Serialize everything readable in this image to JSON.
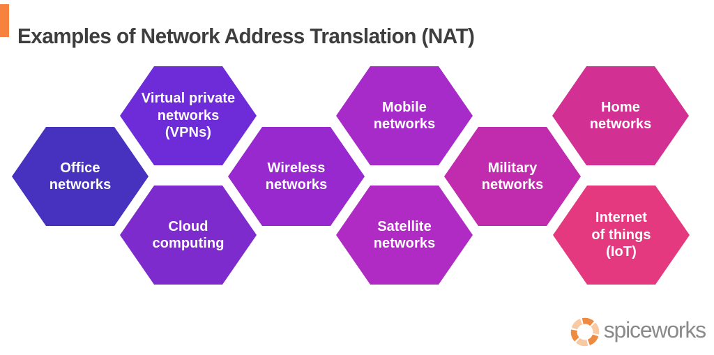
{
  "header": {
    "title": "Examples of Network Address Translation (NAT)",
    "title_color": "#3E3E3E",
    "accent_color": "#F6823D"
  },
  "hexagons": [
    {
      "label": "Office\nnetworks",
      "color": "#4632BE"
    },
    {
      "label": "Virtual private\nnetworks\n(VPNs)",
      "color": "#6D2CD8"
    },
    {
      "label": "Cloud\ncomputing",
      "color": "#7E2BCD"
    },
    {
      "label": "Wireless\nnetworks",
      "color": "#9729CF"
    },
    {
      "label": "Mobile\nnetworks",
      "color": "#A72BC9"
    },
    {
      "label": "Satellite\nnetworks",
      "color": "#AF2BC3"
    },
    {
      "label": "Military\nnetworks",
      "color": "#C12BAE"
    },
    {
      "label": "Home\nnetworks",
      "color": "#D33093"
    },
    {
      "label": "Internet\nof things\n(IoT)",
      "color": "#E5397F"
    }
  ],
  "footer": {
    "brand": "spiceworks",
    "logo_icon": "spiceworks-pinwheel-icon",
    "brand_text_color": "#8A8A8A",
    "logo_colors": {
      "dark_orange": "#EE8A42",
      "light_peach": "#F8C9A2"
    }
  }
}
